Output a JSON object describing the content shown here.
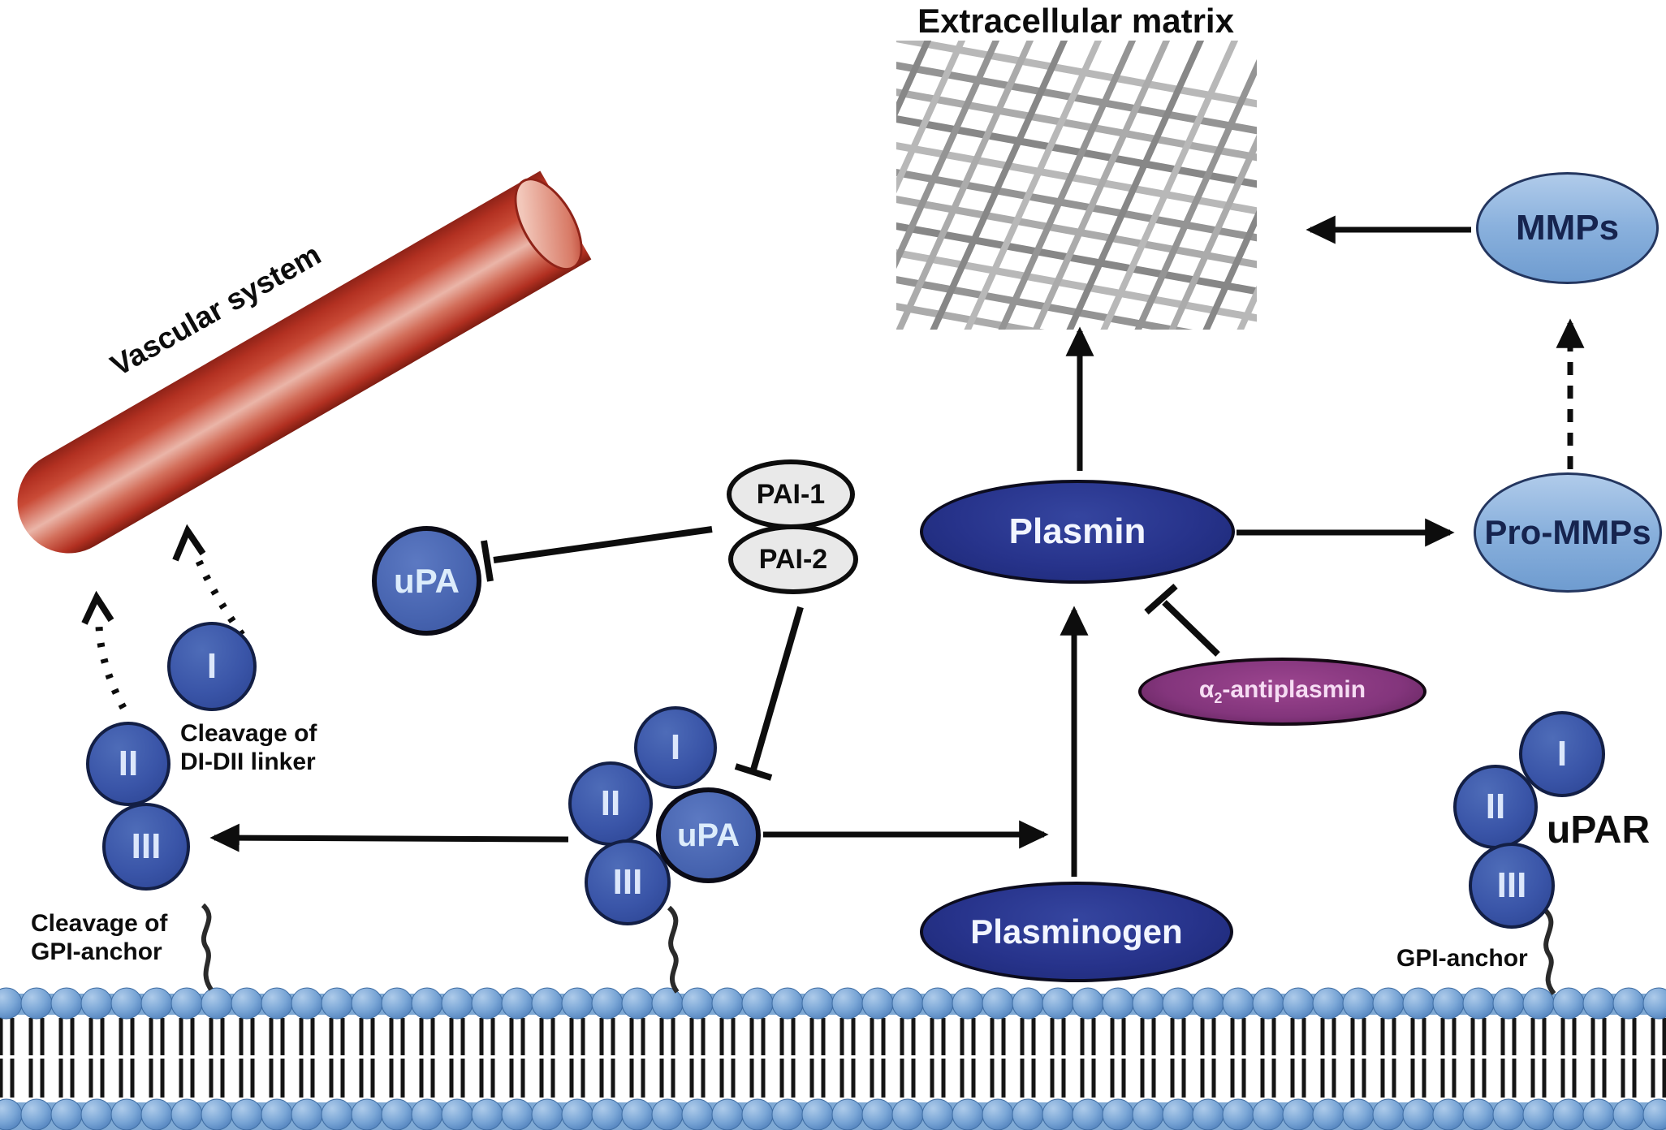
{
  "title": "Extracellular matrix",
  "vascular_label": "Vascular system",
  "nodes": {
    "mmps": "MMPs",
    "pro_mmps": "Pro-MMPs",
    "plasmin": "Plasmin",
    "plasminogen": "Plasminogen",
    "pai_1": "PAI-1",
    "pai_2": "PAI-2",
    "upa_free": "uPA",
    "upa_bound": "uPA",
    "antiplasmin_alpha": "α",
    "antiplasmin_sub": "2",
    "antiplasmin_rest": "-antiplasmin",
    "upar": "uPAR",
    "domain_1": "I",
    "domain_2": "II",
    "domain_3": "III"
  },
  "labels": {
    "cleavage_linker_line1": "Cleavage of",
    "cleavage_linker_line2": "DI-DII linker",
    "cleavage_gpi_line1": "Cleavage of",
    "cleavage_gpi_line2": "GPI-anchor",
    "gpi_anchor": "GPI-anchor"
  },
  "colors": {
    "dark_node_blue": "#27338b",
    "domain_blue": "#3a55a8",
    "light_node_blue": "#8ab1dd",
    "inhibitor_gray": "#e9e9e9",
    "antiplasmin_purple": "#83357c",
    "vessel_red": "#c0392b",
    "membrane_blue": "#7aa6d6",
    "ecm_fiber_gray": "#a8a8a8",
    "arrow_black": "#0d0d0d"
  }
}
